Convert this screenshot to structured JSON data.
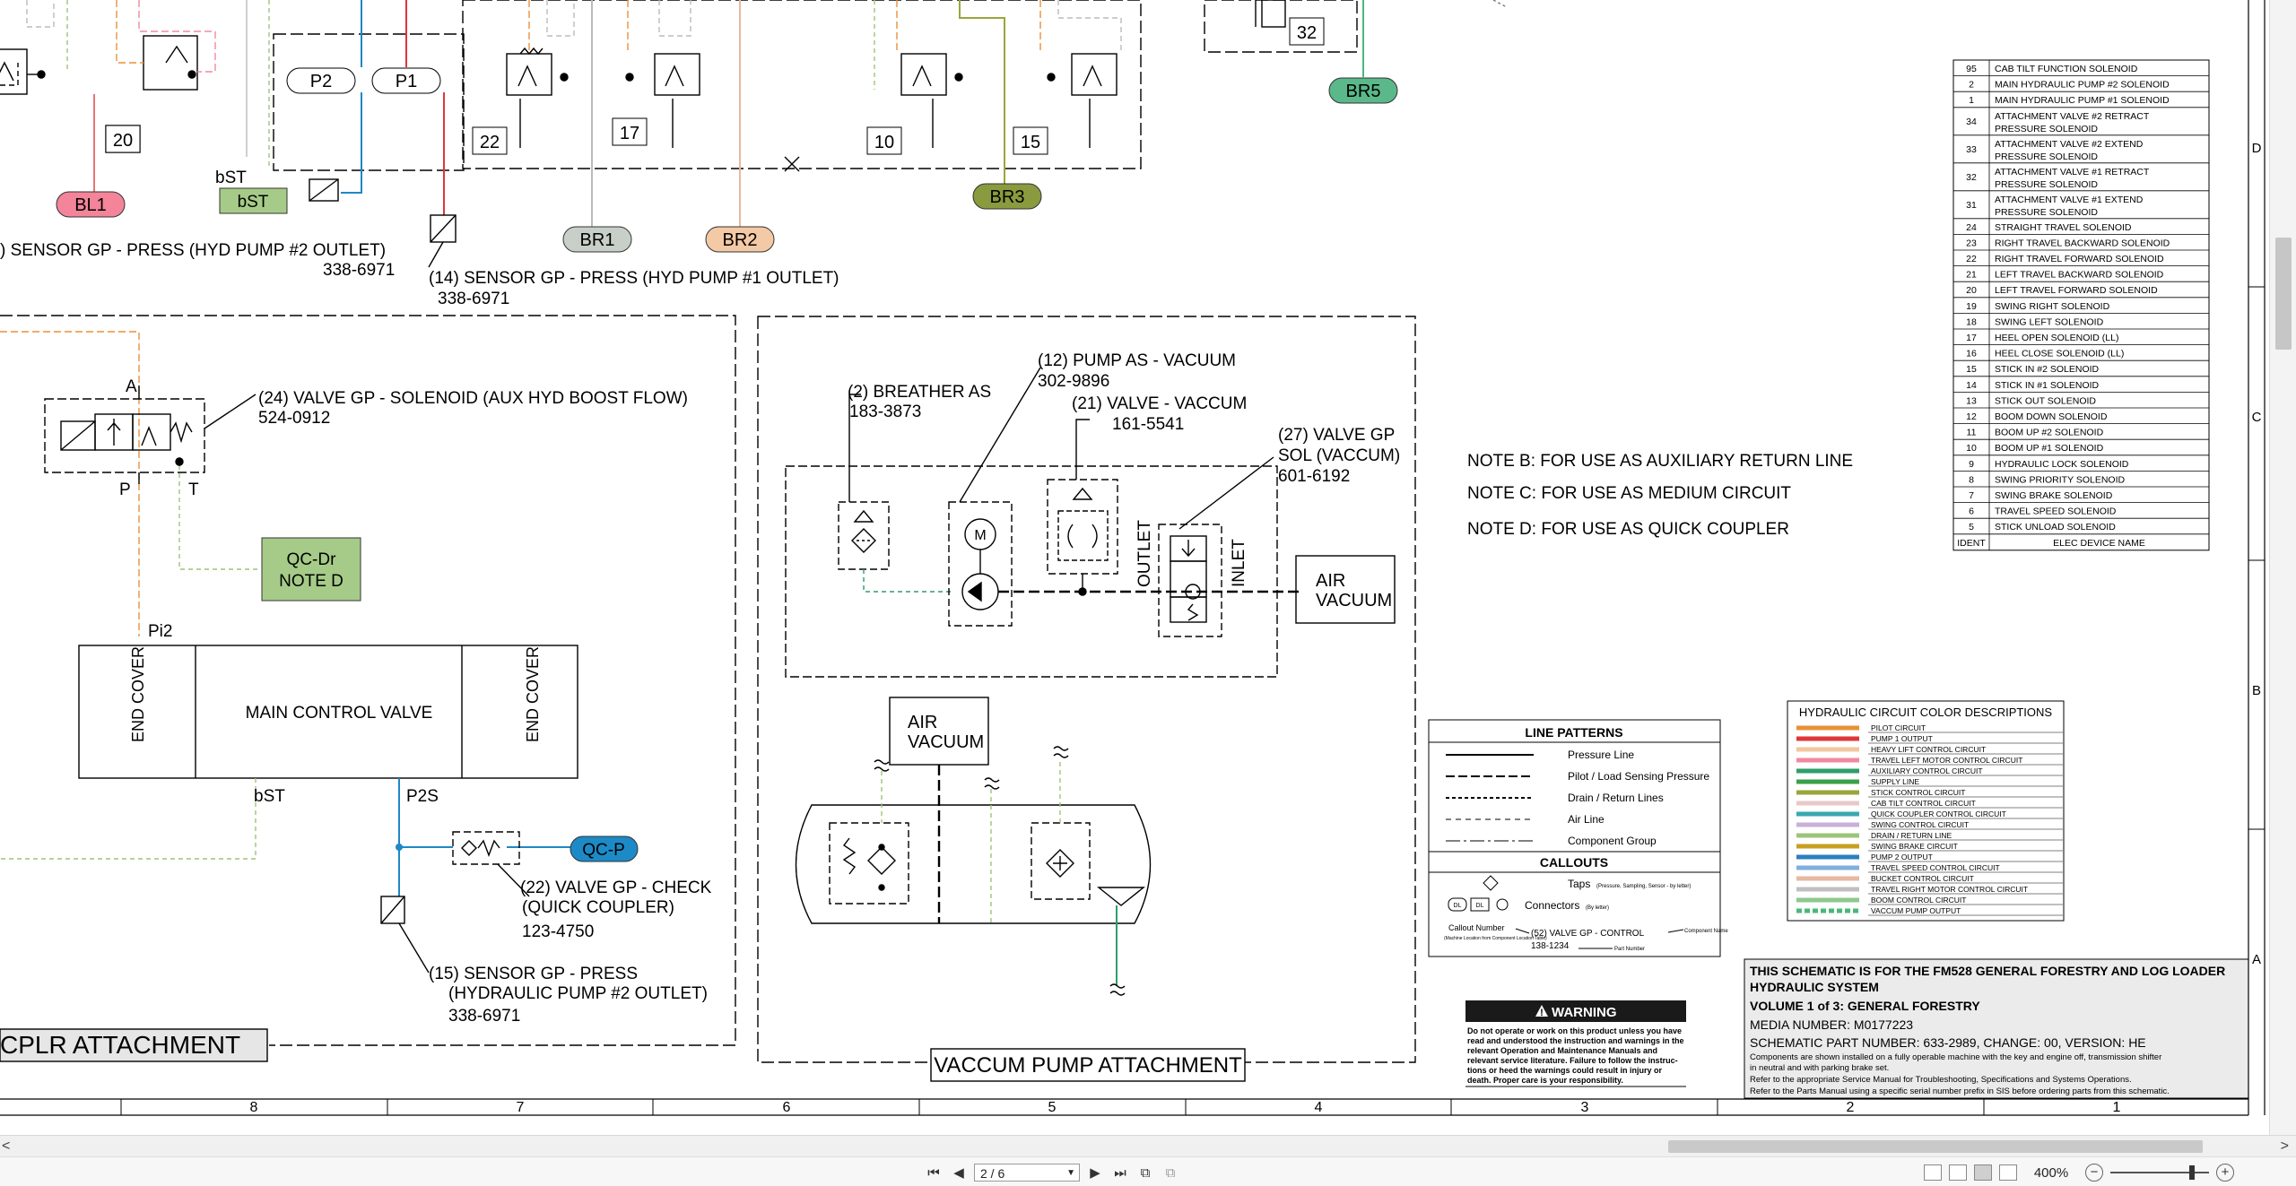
{
  "top_labels": {
    "n20": "20",
    "n22": "22",
    "n17": "17",
    "n10": "10",
    "n15": "15",
    "n32": "32",
    "p2": "P2",
    "p1": "P1",
    "bst1": "bST",
    "bst2": "bST",
    "bl1": "BL1",
    "br1": "BR1",
    "br2": "BR2",
    "br3": "BR3",
    "br5": "BR5",
    "sensor16a": ") SENSOR GP - PRESS (HYD PUMP #2 OUTLET)",
    "sensor16b": "338-6971",
    "sensor14a": "(14) SENSOR GP - PRESS (HYD PUMP #1 OUTLET)",
    "sensor14b": "338-6971"
  },
  "left_panel": {
    "valve24a": "(24) VALVE GP - SOLENOID (AUX HYD BOOST FLOW)",
    "valve24b": "524-0912",
    "port_a": "A",
    "port_p": "P",
    "port_t": "T",
    "qcdr1": "QC-Dr",
    "qcdr2": "NOTE D",
    "pi2": "Pi2",
    "end_cover1": "END COVER",
    "mcv": "MAIN CONTROL VALVE",
    "end_cover2": "END COVER",
    "bst": "bST",
    "p2s": "P2S",
    "qcp": "QC-P",
    "check22a": "(22) VALVE GP - CHECK",
    "check22b": "(QUICK COUPLER)",
    "check22c": "123-4750",
    "sensor15a": "(15) SENSOR GP - PRESS",
    "sensor15b": "(HYDRAULIC PUMP #2 OUTLET)",
    "sensor15c": "338-6971",
    "title": "CPLR ATTACHMENT"
  },
  "vac_panel": {
    "pump12a": "(12) PUMP AS - VACUUM",
    "pump12b": "302-9896",
    "breather2a": "(2) BREATHER AS",
    "breather2b": "183-3873",
    "valve21a": "(21) VALVE - VACCUM",
    "valve21b": "161-5541",
    "valve27a": "(27) VALVE GP",
    "valve27b": "SOL (VACCUM)",
    "valve27c": "601-6192",
    "outlet": "OUTLET",
    "inlet": "INLET",
    "air1a": "AIR",
    "air1b": "VACUUM",
    "air2a": "AIR",
    "air2b": "VACUUM",
    "motor": "M",
    "title": "VACCUM PUMP ATTACHMENT"
  },
  "notes": {
    "b": "NOTE B: FOR USE AS AUXILIARY RETURN LINE",
    "c": "NOTE C: FOR USE AS MEDIUM CIRCUIT",
    "d": "NOTE D: FOR USE AS QUICK COUPLER"
  },
  "elec_table": {
    "rows": [
      [
        "95",
        "CAB TILT FUNCTION SOLENOID"
      ],
      [
        "2",
        "MAIN HYDRAULIC PUMP #2 SOLENOID"
      ],
      [
        "1",
        "MAIN HYDRAULIC PUMP #1 SOLENOID"
      ],
      [
        "34",
        "ATTACHMENT VALVE #2 RETRACT",
        "PRESSURE SOLENOID"
      ],
      [
        "33",
        "ATTACHMENT VALVE #2 EXTEND",
        "PRESSURE SOLENOID"
      ],
      [
        "32",
        "ATTACHMENT VALVE #1 RETRACT",
        "PRESSURE SOLENOID"
      ],
      [
        "31",
        "ATTACHMENT VALVE #1 EXTEND",
        "PRESSURE SOLENOID"
      ],
      [
        "24",
        "STRAIGHT TRAVEL SOLENOID"
      ],
      [
        "23",
        "RIGHT TRAVEL BACKWARD SOLENOID"
      ],
      [
        "22",
        "RIGHT TRAVEL FORWARD SOLENOID"
      ],
      [
        "21",
        "LEFT TRAVEL BACKWARD SOLENOID"
      ],
      [
        "20",
        "LEFT TRAVEL FORWARD SOLENOID"
      ],
      [
        "19",
        "SWING RIGHT SOLENOID"
      ],
      [
        "18",
        "SWING LEFT SOLENOID"
      ],
      [
        "17",
        "HEEL OPEN SOLENOID (LL)"
      ],
      [
        "16",
        "HEEL CLOSE SOLENOID (LL)"
      ],
      [
        "15",
        "STICK IN #2 SOLENOID"
      ],
      [
        "14",
        "STICK IN #1 SOLENOID"
      ],
      [
        "13",
        "STICK OUT SOLENOID"
      ],
      [
        "12",
        "BOOM DOWN SOLENOID"
      ],
      [
        "11",
        "BOOM UP #2 SOLENOID"
      ],
      [
        "10",
        "BOOM UP #1 SOLENOID"
      ],
      [
        "9",
        "HYDRAULIC LOCK SOLENOID"
      ],
      [
        "8",
        "SWING PRIORITY SOLENOID"
      ],
      [
        "7",
        "SWING BRAKE SOLENOID"
      ],
      [
        "6",
        "TRAVEL SPEED SOLENOID"
      ],
      [
        "5",
        "STICK UNLOAD SOLENOID"
      ]
    ],
    "footer": [
      "IDENT",
      "ELEC DEVICE NAME"
    ]
  },
  "line_patterns": {
    "title": "LINE PATTERNS",
    "items": [
      "Pressure Line",
      "Pilot / Load Sensing Pressure",
      "Drain / Return Lines",
      "Air Line",
      "Component Group"
    ],
    "callouts_title": "CALLOUTS",
    "taps": "Taps",
    "taps_note": "(Pressure, Sampling, Sensor - by letter)",
    "connectors": "Connectors",
    "connectors_note": "(By letter)",
    "dl": "DL",
    "callout_number": "Callout Number",
    "callout_note": "(Machine Location from Component Location Table)",
    "example": "(52) VALVE GP - CONTROL",
    "example_part": "138-1234",
    "component_name": "Component Name",
    "part_number": "Part Number"
  },
  "color_desc": {
    "title": "HYDRAULIC CIRCUIT COLOR DESCRIPTIONS",
    "items": [
      {
        "label": "PILOT CIRCUIT",
        "color": "#e8913a"
      },
      {
        "label": "PUMP 1 OUTPUT",
        "color": "#e0363a"
      },
      {
        "label": "HEAVY LIFT CONTROL CIRCUIT",
        "color": "#f2c6a0"
      },
      {
        "label": "TRAVEL LEFT MOTOR CONTROL CIRCUIT",
        "color": "#f08aa0"
      },
      {
        "label": "AUXILIARY CONTROL CIRCUIT",
        "color": "#2e9e6a"
      },
      {
        "label": "SUPPLY LINE",
        "color": "#3aa04a"
      },
      {
        "label": "STICK CONTROL CIRCUIT",
        "color": "#9aa63a"
      },
      {
        "label": "CAB TILT CONTROL CIRCUIT",
        "color": "#e9c8c8"
      },
      {
        "label": "QUICK COUPLER CONTROL CIRCUIT",
        "color": "#3aa8b0"
      },
      {
        "label": "SWING CONTROL CIRCUIT",
        "color": "#c8b0d8"
      },
      {
        "label": "DRAIN / RETURN LINE",
        "color": "#9cc47a"
      },
      {
        "label": "SWING BRAKE CIRCUIT",
        "color": "#c8a020"
      },
      {
        "label": "PUMP 2 OUTPUT",
        "color": "#2b7fc0"
      },
      {
        "label": "TRAVEL SPEED CONTROL CIRCUIT",
        "color": "#7fb0e0"
      },
      {
        "label": "BUCKET CONTROL CIRCUIT",
        "color": "#e8b8a0"
      },
      {
        "label": "TRAVEL RIGHT MOTOR CONTROL CIRCUIT",
        "color": "#c0c0c0"
      },
      {
        "label": "BOOM CONTROL CIRCUIT",
        "color": "#8fc88f"
      },
      {
        "label": "VACCUM PUMP OUTPUT",
        "color": "#4bb87a"
      }
    ]
  },
  "warning": {
    "title": "WARNING",
    "lines": [
      "Do not operate or work on this product unless you have",
      "read and understood the instruction and warnings in the",
      "relevant Operation and Maintenance Manuals and",
      "relevant service literature. Failure to follow the instruc-",
      "tions or heed the warnings could result in injury or",
      "death. Proper care is your responsibility."
    ]
  },
  "title_block": {
    "line1": "THIS SCHEMATIC IS FOR THE FM528 GENERAL FORESTRY AND LOG LOADER",
    "line2": "HYDRAULIC SYSTEM",
    "line3": "VOLUME 1 of 3: GENERAL FORESTRY",
    "line4": "MEDIA NUMBER: M0177223",
    "line5": "SCHEMATIC PART NUMBER: 633-2989, CHANGE: 00, VERSION: HE",
    "line6": "Components are shown installed on a fully operable machine with the key and engine off, transmission shifter",
    "line7": "in neutral and with parking brake set.",
    "line8": "Refer to the appropriate Service Manual for Troubleshooting, Specifications and Systems Operations.",
    "line9": "Refer to the Parts Manual using a specific serial number prefix in SIS before ordering parts from this schematic."
  },
  "grid": {
    "cols": [
      "8",
      "7",
      "6",
      "5",
      "4",
      "3",
      "2",
      "1"
    ],
    "rows": [
      "D",
      "C",
      "B",
      "A"
    ]
  },
  "toolbar": {
    "page": "2 / 6",
    "zoom": "400%",
    "scroll_left": "<",
    "scroll_right": ">"
  }
}
